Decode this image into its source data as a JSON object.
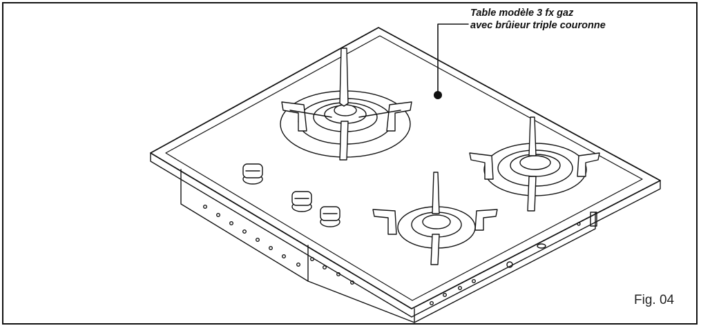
{
  "callout": {
    "line1": "Table modèle 3 fx gaz",
    "line2": "avec brûieur triple couronne"
  },
  "figure": {
    "label": "Fig. 04"
  },
  "colors": {
    "ink": "#111111",
    "paper": "#ffffff"
  }
}
